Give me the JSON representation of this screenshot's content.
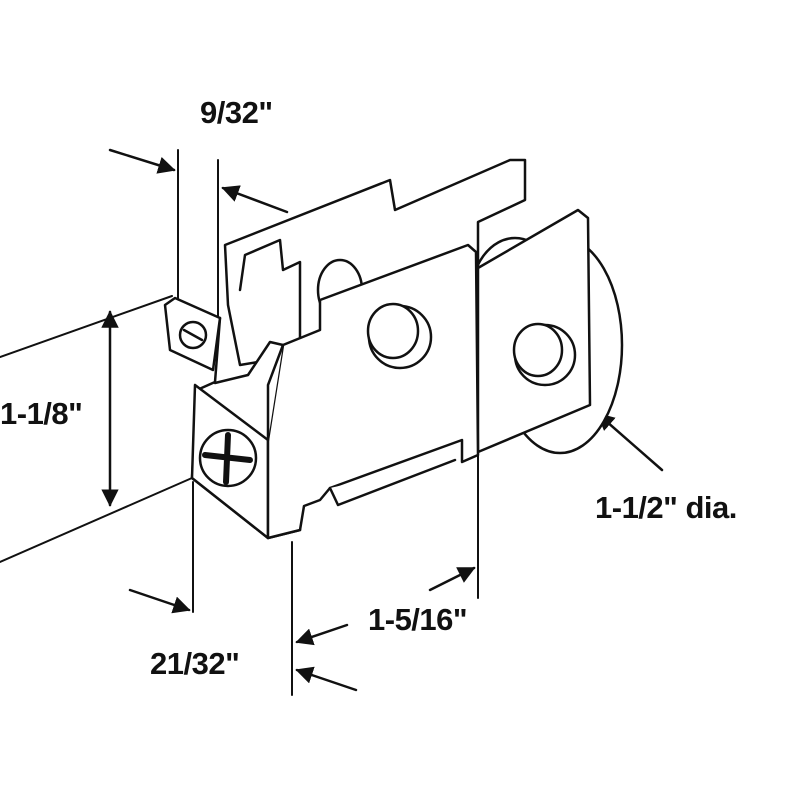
{
  "diagram": {
    "labels": {
      "width_small": "9/32\"",
      "height": "1-1/8\"",
      "wheel_diameter": "1-1/2\" dia.",
      "length": "1-5/16\"",
      "offset": "21/32\""
    },
    "line_color": "#111111",
    "background": "#ffffff"
  }
}
